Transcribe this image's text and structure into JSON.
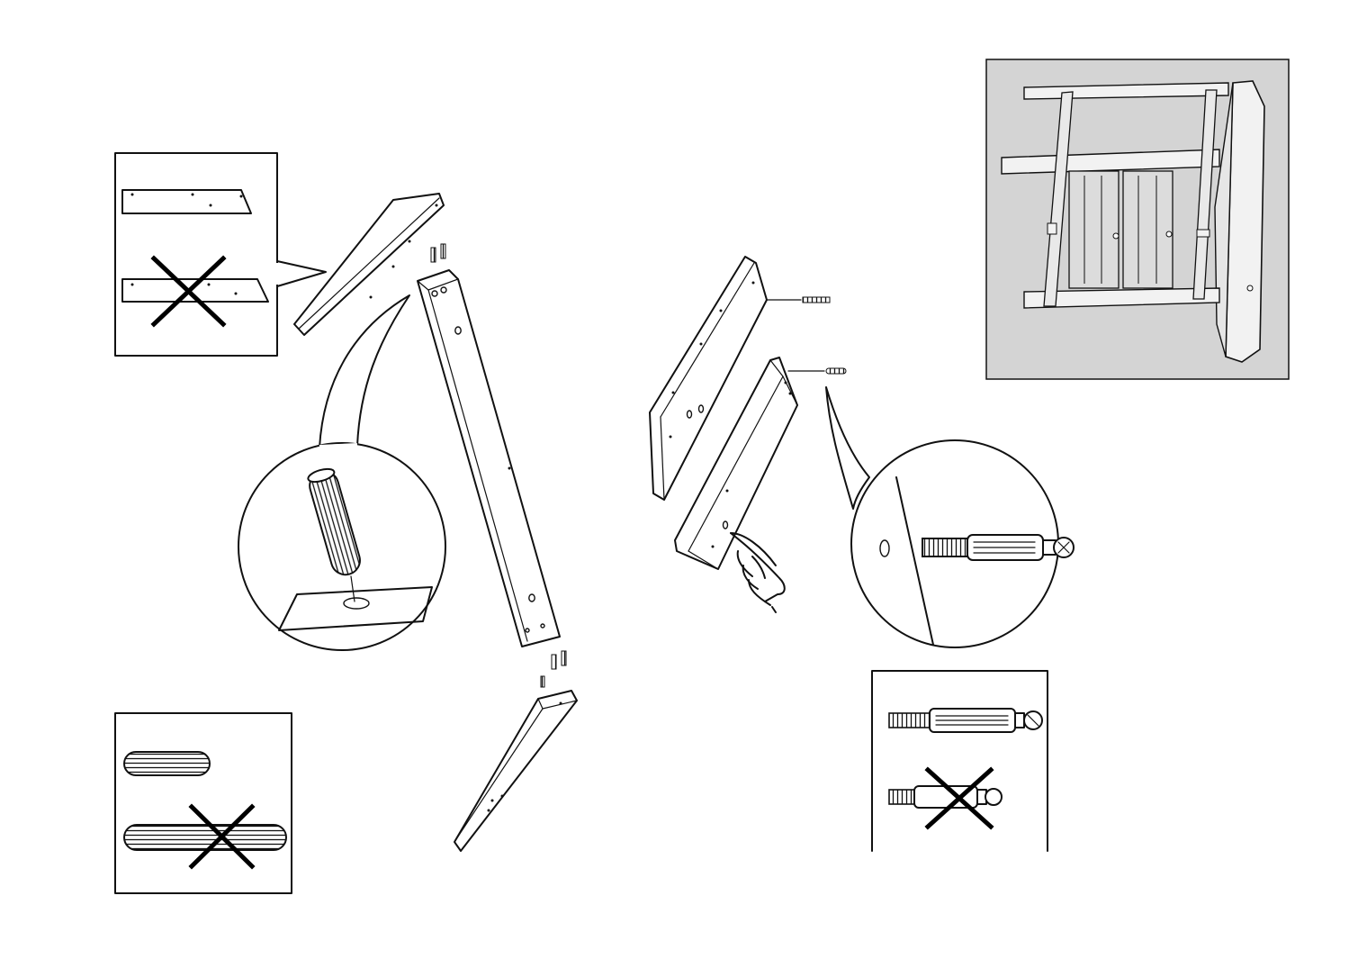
{
  "diagram": {
    "kind": "furniture-assembly-instruction",
    "colors": {
      "line": "#111111",
      "background": "#ffffff",
      "reference_panel_fill": "#d4d4d4",
      "wrong_mark": "#000000"
    },
    "panels": [
      {
        "id": "board-orientation",
        "items": [
          "correct-board",
          "incorrect-board"
        ],
        "wrong_item": "incorrect-board"
      },
      {
        "id": "dowel-length",
        "items": [
          "short-dowel",
          "long-dowel"
        ],
        "wrong_item": "long-dowel"
      },
      {
        "id": "cam-bolt-type",
        "items": [
          "long-cam-bolt",
          "short-cam-bolt"
        ],
        "wrong_item": "short-cam-bolt"
      },
      {
        "id": "assembled-frame-reference",
        "items": [
          "chair-frame-upside-down"
        ]
      }
    ],
    "magnifiers": [
      {
        "id": "dowel-insertion-detail"
      },
      {
        "id": "cam-bolt-insertion-detail"
      }
    ],
    "icons": [
      "x-mark-icon",
      "hand-pointing-icon",
      "dowel-icon",
      "cam-bolt-icon"
    ]
  }
}
